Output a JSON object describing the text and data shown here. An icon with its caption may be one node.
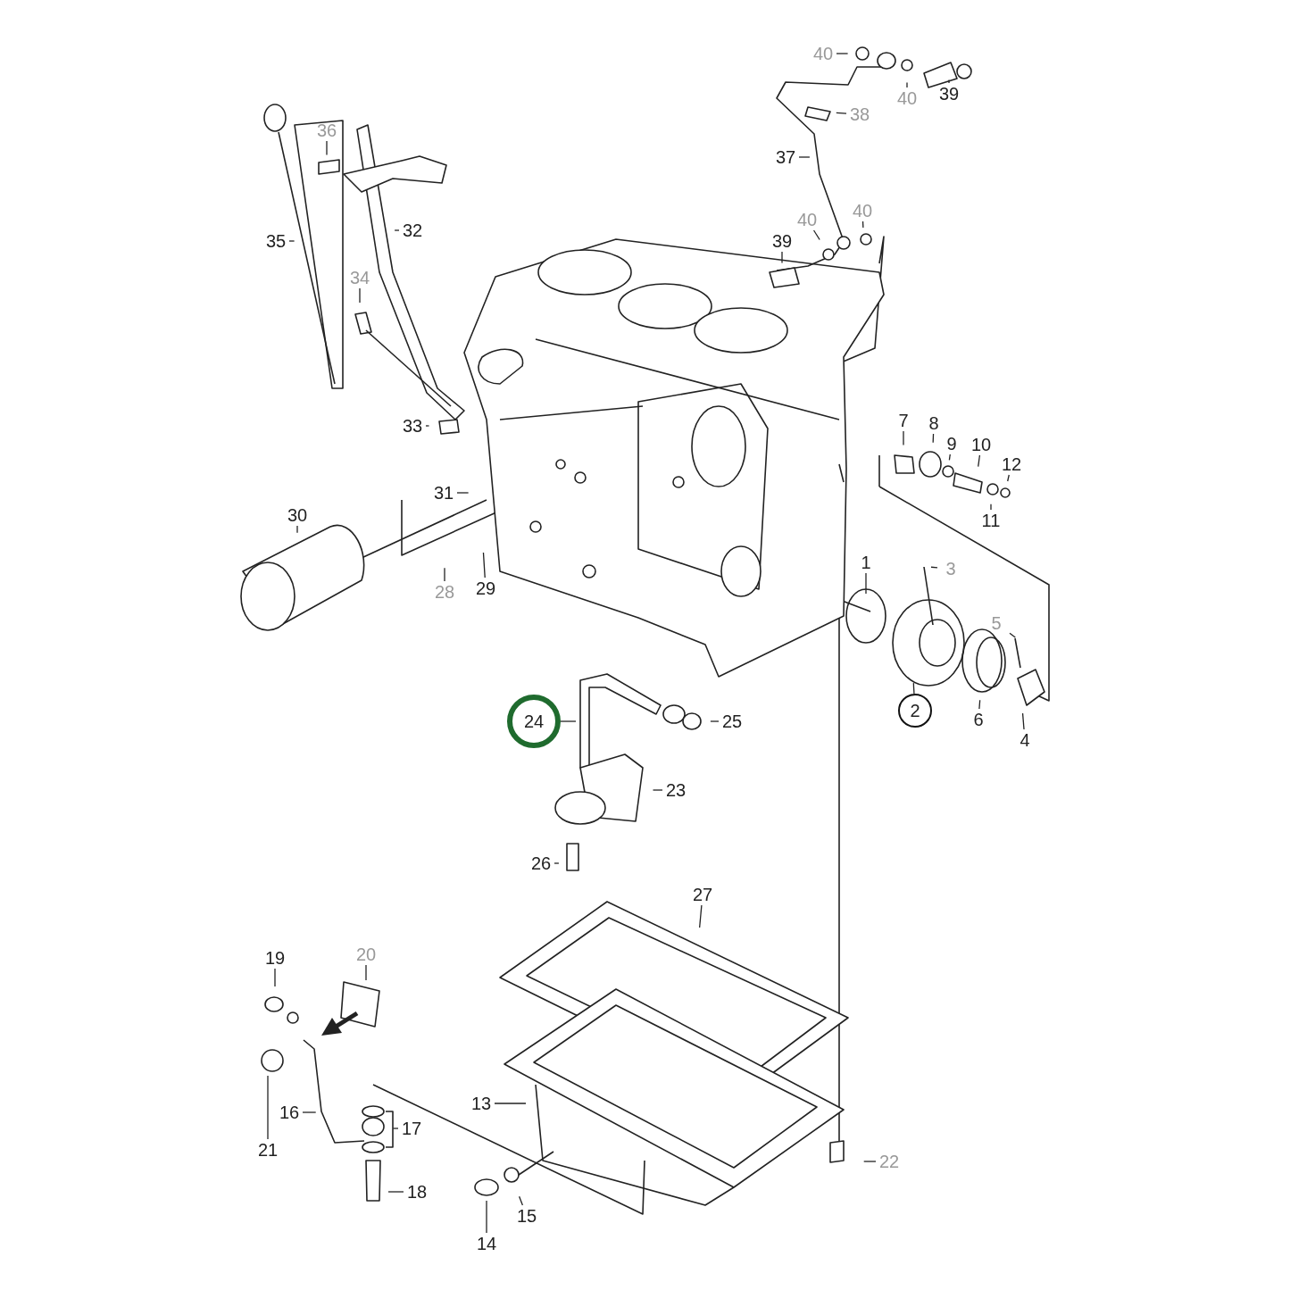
{
  "diagram": {
    "nodes": [
      {
        "text": [
          "40"
        ]
      },
      {
        "text": [
          "40"
        ]
      },
      {
        "text": [
          "39"
        ]
      },
      {
        "text": [
          "38"
        ]
      },
      {
        "text": [
          "36"
        ]
      },
      {
        "text": [
          "37"
        ]
      },
      {
        "text": [
          "40"
        ]
      },
      {
        "text": [
          "40"
        ]
      },
      {
        "text": [
          "32"
        ]
      },
      {
        "text": [
          "39"
        ]
      },
      {
        "text": [
          "35"
        ]
      },
      {
        "text": [
          "34"
        ]
      },
      {
        "text": [
          "7"
        ]
      },
      {
        "text": [
          "33"
        ]
      },
      {
        "text": [
          "8"
        ]
      },
      {
        "text": [
          "9"
        ]
      },
      {
        "text": [
          "10"
        ]
      },
      {
        "text": [
          "12"
        ]
      },
      {
        "text": [
          "31"
        ]
      },
      {
        "text": [
          "30"
        ]
      },
      {
        "text": [
          "11"
        ]
      },
      {
        "text": [
          "1"
        ]
      },
      {
        "text": [
          "3"
        ]
      },
      {
        "text": [
          "29"
        ]
      },
      {
        "text": [
          "28"
        ]
      },
      {
        "text": [
          "5"
        ]
      },
      {
        "text": [
          "2"
        ]
      },
      {
        "text": [
          "6"
        ]
      },
      {
        "text": [
          "24"
        ]
      },
      {
        "text": [
          "25"
        ]
      },
      {
        "text": [
          "4"
        ]
      },
      {
        "text": [
          "23"
        ]
      },
      {
        "text": [
          "26"
        ]
      },
      {
        "text": [
          "27"
        ]
      },
      {
        "text": [
          "20"
        ]
      },
      {
        "text": [
          "19"
        ]
      },
      {
        "text": [
          "13"
        ]
      },
      {
        "text": [
          "16"
        ]
      },
      {
        "text": [
          "17"
        ]
      },
      {
        "text": [
          "21"
        ]
      },
      {
        "text": [
          "22"
        ]
      },
      {
        "text": [
          "18"
        ]
      },
      {
        "text": [
          "15"
        ]
      },
      {
        "text": [
          "14"
        ]
      }
    ],
    "edges": [
      {
        "from": 0,
        "to": null,
        "arrow": "none"
      },
      {
        "from": 1,
        "to": null,
        "arrow": "none"
      },
      {
        "from": 2,
        "to": null,
        "arrow": "none"
      },
      {
        "from": 3,
        "to": null,
        "arrow": "none"
      },
      {
        "from": 4,
        "to": null,
        "arrow": "none"
      },
      {
        "from": 5,
        "to": null,
        "arrow": "none"
      },
      {
        "from": 6,
        "to": null,
        "arrow": "none"
      },
      {
        "from": 7,
        "to": null,
        "arrow": "none"
      },
      {
        "from": 8,
        "to": null,
        "arrow": "none"
      },
      {
        "from": 9,
        "to": null,
        "arrow": "none"
      },
      {
        "from": 10,
        "to": null,
        "arrow": "none"
      },
      {
        "from": 11,
        "to": null,
        "arrow": "none"
      },
      {
        "from": 12,
        "to": null,
        "arrow": "none"
      },
      {
        "from": 13,
        "to": null,
        "arrow": "none"
      },
      {
        "from": 14,
        "to": null,
        "arrow": "none"
      },
      {
        "from": 15,
        "to": null,
        "arrow": "none"
      },
      {
        "from": 16,
        "to": null,
        "arrow": "none"
      },
      {
        "from": 17,
        "to": null,
        "arrow": "none"
      },
      {
        "from": 18,
        "to": null,
        "arrow": "none"
      },
      {
        "from": 19,
        "to": null,
        "arrow": "none"
      },
      {
        "from": 20,
        "to": null,
        "arrow": "none"
      },
      {
        "from": 21,
        "to": null,
        "arrow": "none"
      },
      {
        "from": 22,
        "to": null,
        "arrow": "none"
      },
      {
        "from": 23,
        "to": null,
        "arrow": "none"
      },
      {
        "from": 24,
        "to": null,
        "arrow": "none"
      },
      {
        "from": 25,
        "to": null,
        "arrow": "none"
      },
      {
        "from": 26,
        "to": null,
        "arrow": "none"
      },
      {
        "from": 27,
        "to": null,
        "arrow": "none"
      },
      {
        "from": 28,
        "to": null,
        "arrow": "none"
      },
      {
        "from": 29,
        "to": null,
        "arrow": "none"
      },
      {
        "from": 30,
        "to": null,
        "arrow": "none"
      },
      {
        "from": 31,
        "to": null,
        "arrow": "none"
      },
      {
        "from": 32,
        "to": null,
        "arrow": "none"
      },
      {
        "from": 33,
        "to": null,
        "arrow": "none"
      },
      {
        "from": 34,
        "to": null,
        "arrow": "none"
      },
      {
        "from": 35,
        "to": null,
        "arrow": "none"
      },
      {
        "from": 36,
        "to": null,
        "arrow": "none"
      },
      {
        "from": 37,
        "to": null,
        "arrow": "none"
      },
      {
        "from": 38,
        "to": null,
        "arrow": "none"
      },
      {
        "from": 39,
        "to": null,
        "arrow": "none"
      },
      {
        "from": 40,
        "to": null,
        "arrow": "none"
      },
      {
        "from": 41,
        "to": null,
        "arrow": "none"
      },
      {
        "from": 42,
        "to": null,
        "arrow": "none"
      },
      {
        "from": 43,
        "to": null,
        "arrow": "none"
      }
    ]
  }
}
